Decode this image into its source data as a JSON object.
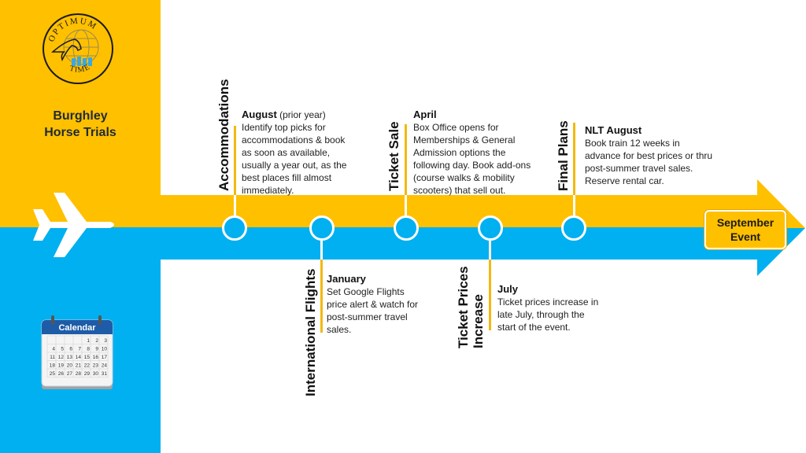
{
  "brand": {
    "logo_top_text": "OPTIMUM",
    "logo_bottom_text": "TIME",
    "title_line1": "Burghley",
    "title_line2": "Horse Trials"
  },
  "colors": {
    "yellow": "#FFC000",
    "blue": "#00B0F0",
    "connector": "#F2B90F"
  },
  "icons": [
    "airplane-icon",
    "calendar-icon",
    "logo-globe-icon"
  ],
  "calendar": {
    "header": "Calendar",
    "rows": [
      [
        "",
        "",
        "",
        "",
        "1",
        "2",
        "3"
      ],
      [
        "4",
        "5",
        "6",
        "7",
        "8",
        "9",
        "10"
      ],
      [
        "11",
        "12",
        "13",
        "14",
        "15",
        "16",
        "17"
      ],
      [
        "18",
        "19",
        "20",
        "21",
        "22",
        "23",
        "24"
      ],
      [
        "25",
        "26",
        "27",
        "28",
        "29",
        "30",
        "31"
      ]
    ]
  },
  "milestones": [
    {
      "label": "Accommodations",
      "month": "August",
      "month_note": "(prior year)",
      "text_lines": [
        "Identify top picks for",
        "accommodations & book",
        "as soon as available,",
        "usually a year out, as the",
        "best places fill almost",
        "immediately."
      ],
      "position": "above"
    },
    {
      "label": "International Flights",
      "month": "January",
      "text_lines": [
        "Set Google Flights",
        "price alert & watch for",
        "post-summer travel",
        "sales."
      ],
      "position": "below"
    },
    {
      "label": "Ticket Sale",
      "month": "April",
      "text_lines": [
        "Box Office opens for",
        "Memberships & General",
        "Admission options the",
        "following day. Book add-ons",
        "(course walks & mobility",
        "scooters) that sell out."
      ],
      "position": "above"
    },
    {
      "label_line1": "Ticket Prices",
      "label_line2": "Increase",
      "month": "July",
      "text_lines": [
        "Ticket prices increase in",
        "late July, through the",
        "start of the event."
      ],
      "position": "below"
    },
    {
      "label": "Final Plans",
      "month": "NLT August",
      "text_lines": [
        "Book train 12 weeks in",
        "advance for best prices or thru",
        "post-summer travel sales.",
        "Reserve rental car."
      ],
      "position": "above"
    }
  ],
  "event": {
    "line1": "September",
    "line2": "Event"
  }
}
